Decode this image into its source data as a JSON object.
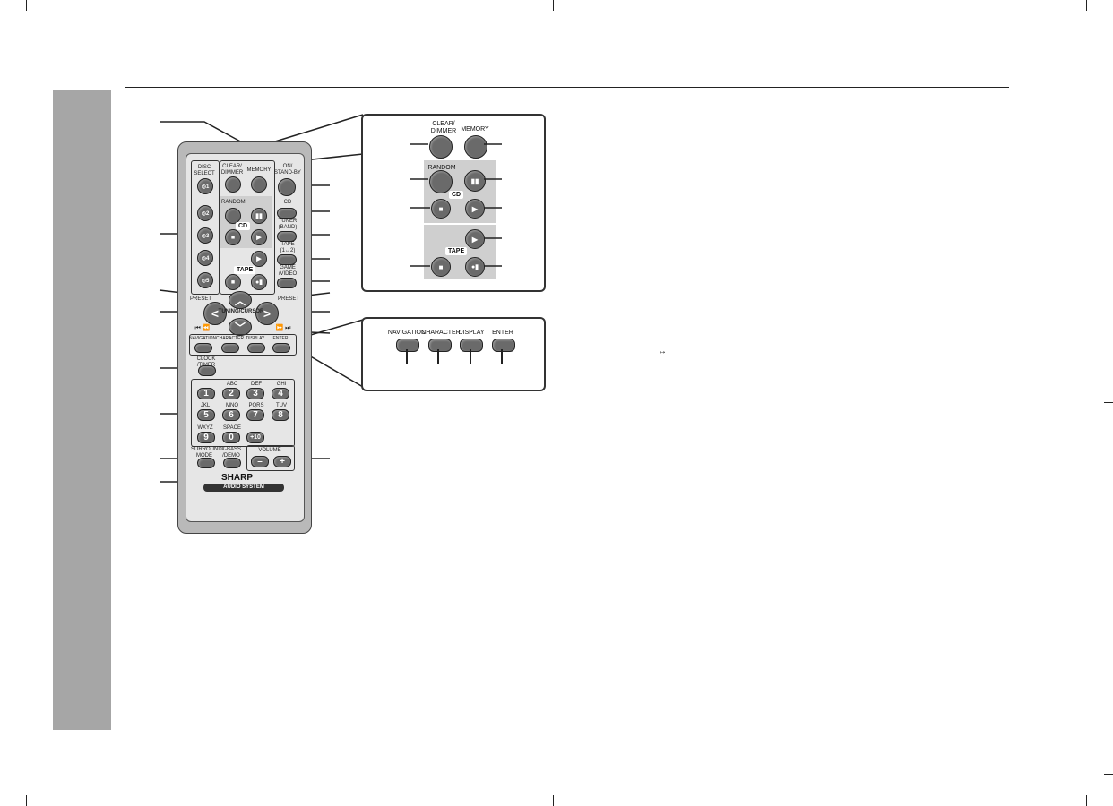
{
  "remote": {
    "disc_select": "DISC\nSELECT",
    "disc_buttons": [
      "◎1",
      "◎2",
      "◎3",
      "◎4",
      "◎5"
    ],
    "clear_dimmer": "CLEAR/\nDIMMER",
    "memory": "MEMORY",
    "standby": "ON/\nSTAND-BY",
    "random": "RANDOM",
    "cd": "CD",
    "tuner_band": "TUNER\n(BAND)",
    "tape_12": "TAPE\n(1↔2)",
    "game_video": "GAME\n/VIDEO",
    "tape": "TAPE",
    "preset": "PRESET",
    "tuning_cursor": "TUNING/CURSOR",
    "navigation": "NAVIGATION",
    "character": "CHARACTER",
    "display": "DISPLAY",
    "enter": "ENTER",
    "clock_timer": "CLOCK\n/TIMER",
    "letters": [
      "",
      "ABC",
      "DEF",
      "GHI",
      "JKL",
      "MNO",
      "PQRS",
      "TUV",
      "WXYZ",
      "SPACE"
    ],
    "digits": [
      "1",
      "2",
      "3",
      "4",
      "5",
      "6",
      "7",
      "8",
      "9",
      "0",
      "+10"
    ],
    "surround_mode": "SURROUND\nMODE",
    "xbass_demo": "X-BASS\n/DEMO",
    "volume": "VOLUME",
    "vol_minus": "–",
    "vol_plus": "+",
    "brand": "SHARP",
    "audio_system": "AUDIO SYSTEM"
  },
  "detail_top": {
    "clear_dimmer": "CLEAR/\nDIMMER",
    "memory": "MEMORY",
    "random": "RANDOM",
    "cd": "CD",
    "tape": "TAPE"
  },
  "detail_bottom": {
    "navigation": "NAVIGATION",
    "character": "CHARACTER",
    "display": "DISPLAY",
    "enter": "ENTER"
  },
  "body_text": {
    "arrow": "↔"
  }
}
